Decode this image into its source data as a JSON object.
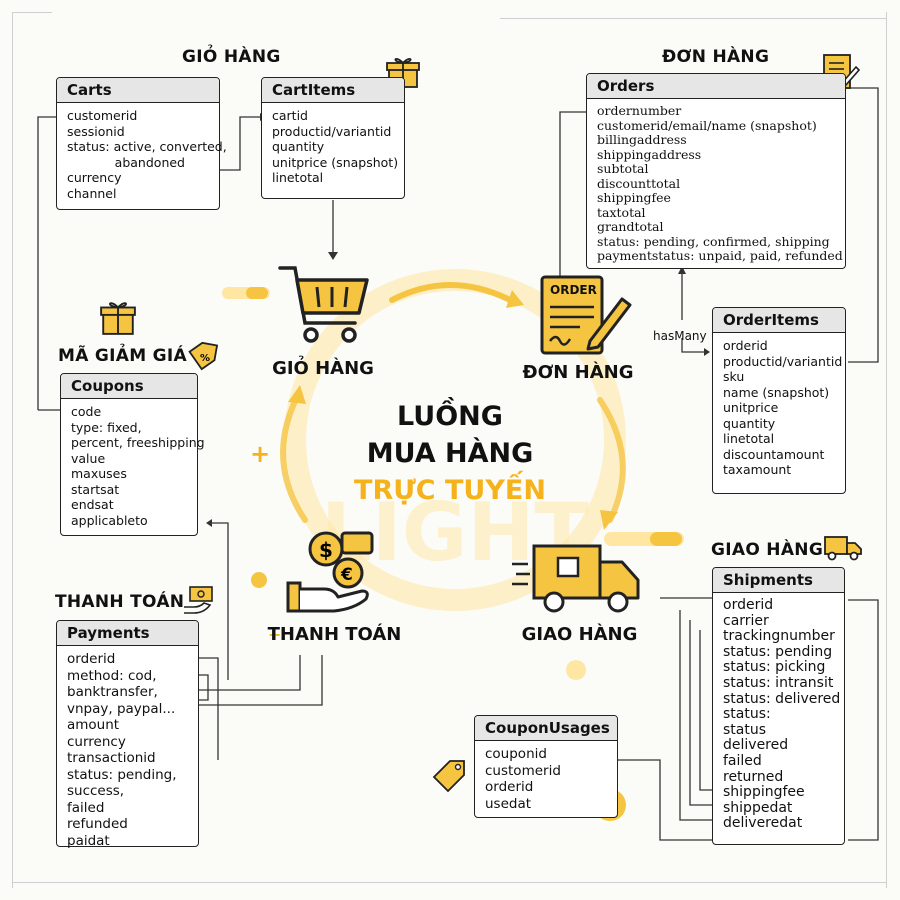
{
  "sections": {
    "gio_hang": "GIỎ HÀNG",
    "don_hang": "ĐƠN HÀNG",
    "ma_giam_gia": "MÃ GIẢM GIÁ",
    "thanh_toan": "THANH TOÁN",
    "giao_hang": "GIAO HÀNG"
  },
  "center": {
    "title_line1": "LUỒNG",
    "title_line2": "MUA HÀNG",
    "title_line3": "TRỰC TUYẾN",
    "cart_label": "GIỎ HÀNG",
    "order_label": "ĐƠN HÀNG",
    "payment_label": "THANH TOÁN",
    "shipping_label": "GIAO HÀNG",
    "order_doc_text": "ORDER"
  },
  "relations": {
    "has_many": "hasMany"
  },
  "tables": {
    "carts": {
      "name": "Carts",
      "fields": [
        "customerid",
        "sessionid",
        "status: active, converted,",
        "            abandoned",
        "currency",
        "channel"
      ]
    },
    "cartitems": {
      "name": "CartItems",
      "fields": [
        "cartid",
        "productid/variantid",
        "quantity",
        "unitprice (snapshot)",
        "linetotal"
      ]
    },
    "orders": {
      "name": "Orders",
      "fields": [
        "ordernumber",
        "customerid/email/name (snapshot)",
        "billingaddress",
        "shippingaddress",
        "subtotal",
        "discounttotal",
        "shippingfee",
        "taxtotal",
        "grandtotal",
        "status: pending, confirmed, shipping",
        "paymentstatus: unpaid, paid, refunded"
      ]
    },
    "orderitems": {
      "name": "OrderItems",
      "fields": [
        "orderid",
        "productid/variantid",
        "sku",
        "name (snapshot)",
        "unitprice",
        "quantity",
        "linetotal",
        "discountamount",
        "taxamount"
      ]
    },
    "coupons": {
      "name": "Coupons",
      "fields": [
        "code",
        "type: fixed,",
        "percent, freeshipping",
        "value",
        "maxuses",
        "startsat",
        "endsat",
        "applicableto"
      ]
    },
    "payments": {
      "name": "Payments",
      "fields": [
        "orderid",
        "method: cod,",
        "banktransfer,",
        "vnpay, paypal...",
        "amount",
        "currency",
        "transactionid",
        "status: pending,",
        "success,",
        "failed",
        "refunded",
        "paidat"
      ]
    },
    "couponusages": {
      "name": "CouponUsages",
      "fields": [
        "couponid",
        "customerid",
        "orderid",
        "usedat"
      ]
    },
    "shipments": {
      "name": "Shipments",
      "fields": [
        "orderid",
        "carrier",
        "trackingnumber",
        "status: pending",
        "status: picking",
        "status: intransit",
        "status: delivered",
        "status:",
        "status",
        "delivered",
        "failed",
        "returned",
        "shippingfee",
        "shippedat",
        "deliveredat"
      ]
    }
  },
  "colors": {
    "accent": "#f5b21a",
    "accent_light": "#ffe7a3",
    "header_bg": "#e6e6e6",
    "line": "#222222"
  },
  "icons": [
    "gift-icon",
    "notepad-icon",
    "shopping-cart-icon",
    "order-document-icon",
    "coupon-tag-icon",
    "money-hand-icon",
    "delivery-truck-icon",
    "price-tag-icon"
  ]
}
